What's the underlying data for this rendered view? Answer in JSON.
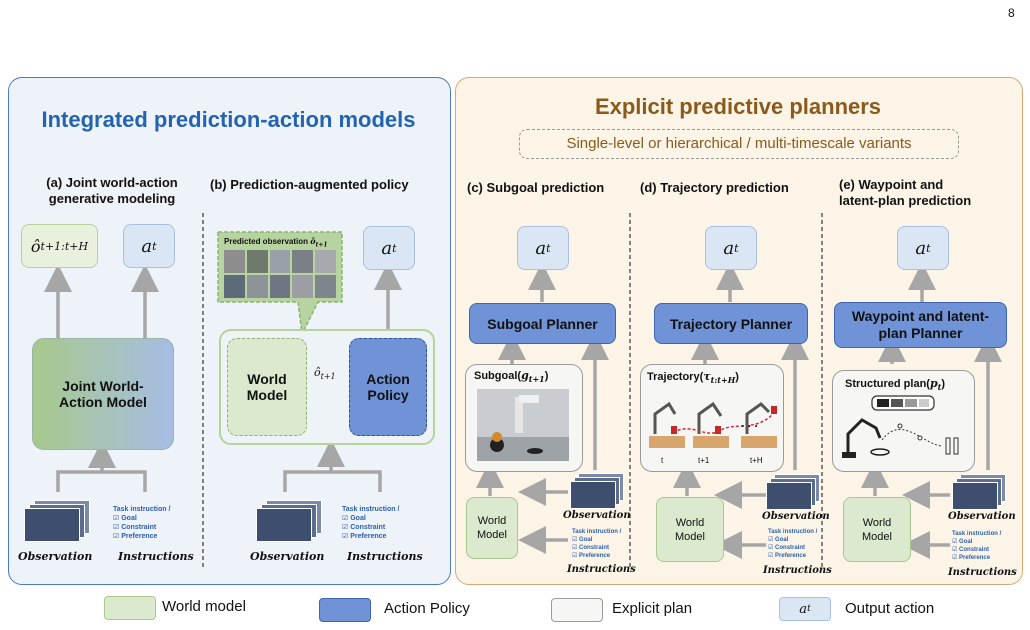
{
  "page_number": "8",
  "left_panel": {
    "title": "Integrated prediction-action models",
    "a": {
      "heading_line1": "(a) Joint world-action",
      "heading_line2": "generative modeling",
      "predicted_output": "ô",
      "predicted_sub": "t+1:t+H",
      "action_output": "a",
      "action_sub": "t",
      "model_line1": "Joint World-",
      "model_line2": "Action Model",
      "observation_label": "Observation",
      "instructions_label": "Instructions"
    },
    "b": {
      "heading": "(b) Prediction-augmented policy",
      "bubble_label": "Predicted observation",
      "bubble_symbol": "ô",
      "bubble_sub": "t+1",
      "action_output": "a",
      "action_sub": "t",
      "world_model_line1": "World",
      "world_model_line2": "Model",
      "policy_line1": "Action",
      "policy_line2": "Policy",
      "arrow_label": "ô",
      "arrow_sub": "t+1",
      "observation_label": "Observation",
      "instructions_label": "Instructions"
    }
  },
  "instruction_items": [
    "Task instruction /",
    "Goal",
    "Constraint",
    "Preference"
  ],
  "right_panel": {
    "title": "Explicit predictive planners",
    "subtitle": "Single-level or hierarchical / multi-timescale variants",
    "c": {
      "heading": "(c) Subgoal prediction",
      "action_output": "a",
      "action_sub": "t",
      "planner": "Subgoal Planner",
      "plan_label": "Subgoal(",
      "plan_symbol": "g",
      "plan_sub": "t+1",
      "plan_close": ")",
      "world_model_line1": "World",
      "world_model_line2": "Model",
      "observation_label": "Observation",
      "instructions_label": "Instructions"
    },
    "d": {
      "heading": "(d) Trajectory prediction",
      "action_output": "a",
      "action_sub": "t",
      "planner": "Trajectory Planner",
      "plan_label": "Trajectory(",
      "plan_symbol": "τ",
      "plan_sub": "t:t+H",
      "plan_close": ")",
      "ticks": [
        "t",
        "t+1",
        "t+H"
      ],
      "ellipsis": ". . .",
      "world_model_line1": "World",
      "world_model_line2": "Model",
      "observation_label": "Observation",
      "instructions_label": "Instructions"
    },
    "e": {
      "heading_line1": "(e) Waypoint and",
      "heading_line2": "latent-plan prediction",
      "action_output": "a",
      "action_sub": "t",
      "planner_line1": "Waypoint and latent-",
      "planner_line2": "plan Planner",
      "plan_label": "Structured plan(",
      "plan_symbol": "p",
      "plan_sub": "t",
      "plan_close": ")",
      "world_model_line1": "World",
      "world_model_line2": "Model",
      "observation_label": "Observation",
      "instructions_label": "Instructions"
    }
  },
  "legend": {
    "world_model": "World model",
    "action_policy": "Action Policy",
    "explicit_plan": "Explicit plan",
    "output_symbol": "a",
    "output_sub": "t",
    "output_action": "Output action"
  },
  "colors": {
    "world_model": "#dbe9cf",
    "action_policy": "#6f93d6",
    "explicit_plan": "#f6f6f4",
    "output": "#dbe6f5",
    "left_accent": "#2264b0",
    "right_accent": "#8a5a1a"
  }
}
